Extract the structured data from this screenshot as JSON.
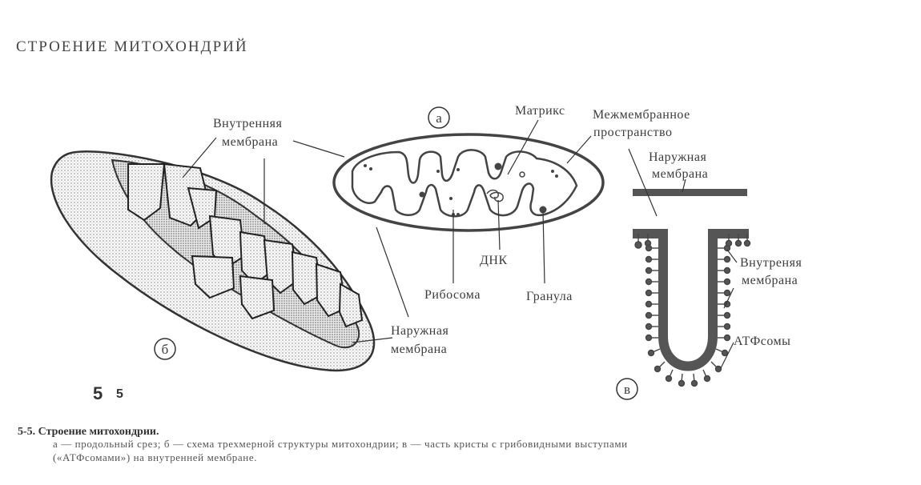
{
  "title": "СТРОЕНИЕ МИТОХОНДРИЙ",
  "figure_number": "5",
  "figure_number_small": "5",
  "panel_a": {
    "letter": "а",
    "labels": {
      "matrix": "Матрикс",
      "intermembrane_1": "Межмембранное",
      "intermembrane_2": "пространство",
      "dna": "ДНК",
      "ribosome": "Рибосома",
      "granule": "Гранула"
    }
  },
  "panel_b": {
    "letter": "б",
    "labels": {
      "inner_1": "Внутренняя",
      "inner_2": "мембрана",
      "outer_1": "Наружная",
      "outer_2": "мембрана"
    }
  },
  "panel_c": {
    "letter": "в",
    "labels": {
      "outer_1": "Наружная",
      "outer_2": "мембрана",
      "inner_1": "Внутреняя",
      "inner_2": "мембрана",
      "atp": "АТФсомы"
    }
  },
  "caption": {
    "title": "5-5. Строение митохондрии.",
    "line1": "а — продольный срез; б — схема трехмерной структуры митохондрии;  в — часть  кристы  с  грибовидными  выступами",
    "line2": "(«АТФсомами») на внутренней мембране."
  }
}
